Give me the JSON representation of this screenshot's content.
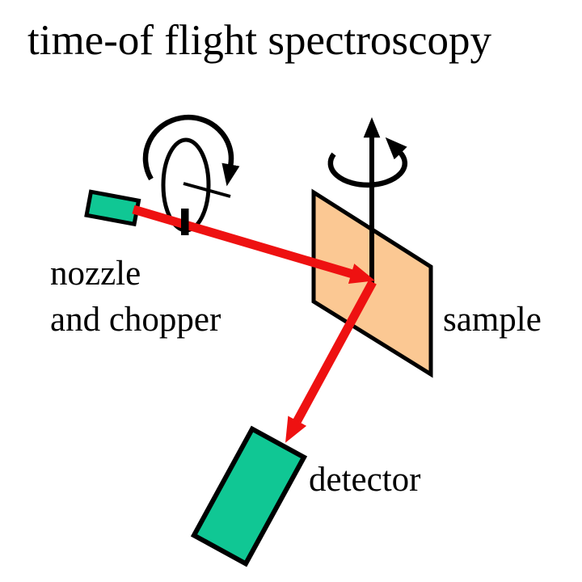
{
  "slide": {
    "title": "time-of flight spectroscopy"
  },
  "labels": {
    "nozzle_line1": "nozzle",
    "nozzle_line2": "and chopper",
    "sample": "sample",
    "detector": "detector"
  },
  "colors": {
    "background": "#FFFFFF",
    "text": "#000000",
    "outline": "#000000",
    "beam_red": "#EE1111",
    "component_green": "#10C794",
    "sample_orange": "#FBC893"
  },
  "icons": {
    "chopper_rotation": "circular-arrow-clockwise",
    "sample_rotation": "circular-arrow-about-vertical-axis",
    "rotation_axis": "vertical-arrow-up",
    "beams": "red-arrows"
  }
}
